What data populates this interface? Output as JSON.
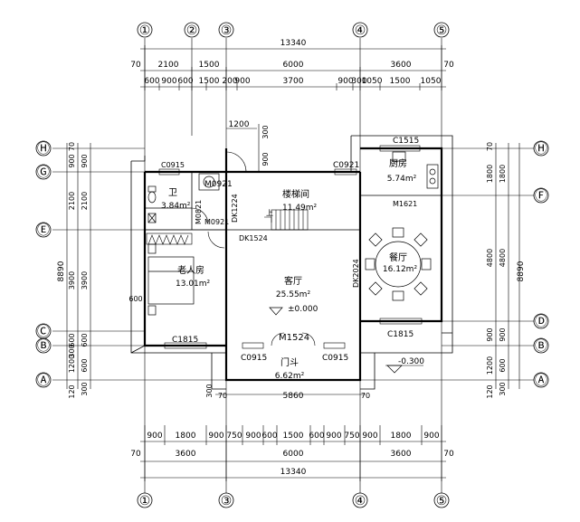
{
  "grid_cols": [
    "①",
    "②",
    "③",
    "④",
    "⑤"
  ],
  "grid_rows_left": [
    "Ⓗ",
    "Ⓖ",
    "Ⓔ",
    "Ⓒ",
    "Ⓑ",
    "Ⓐ"
  ],
  "grid_rows_right": [
    "Ⓗ",
    "Ⓕ",
    "Ⓓ",
    "Ⓑ",
    "Ⓐ"
  ],
  "top_dims": {
    "total": "13340",
    "row2": [
      "70",
      "2100",
      "1500",
      "6000",
      "3600",
      "70"
    ],
    "row3": [
      "600",
      "900",
      "600",
      "1500",
      "200",
      "900",
      "3700",
      "900",
      "300",
      "1050",
      "1500",
      "1050"
    ],
    "extra": [
      "1200",
      "300",
      "900"
    ]
  },
  "bottom_dims": {
    "total": "13340",
    "row1": [
      "900",
      "1800",
      "900",
      "750",
      "900",
      "600",
      "1500",
      "600",
      "900",
      "750",
      "900",
      "1800",
      "900"
    ],
    "row2": [
      "70",
      "3600",
      "6000",
      "3600",
      "70"
    ],
    "mid": [
      "300",
      "70",
      "5860",
      "70"
    ]
  },
  "left_dims": {
    "total": "8890",
    "outer": [
      "70",
      "900",
      "2100",
      "3900",
      "300",
      "600",
      "1200",
      "120"
    ],
    "inner": [
      "900",
      "2100",
      "3900",
      "600",
      "600",
      "300"
    ],
    "note": "600"
  },
  "right_dims": {
    "total": "8890",
    "outer": [
      "70",
      "1800",
      "4800",
      "900",
      "1200",
      "120"
    ],
    "inner": [
      "1800",
      "4800",
      "900",
      "600",
      "300"
    ]
  },
  "rooms": {
    "bath": {
      "name": "卫",
      "area": "3.84m²"
    },
    "elder": {
      "name": "老人房",
      "area": "13.01m²"
    },
    "stair": {
      "name": "楼梯间",
      "area": "11.49m²"
    },
    "living": {
      "name": "客厅",
      "area": "25.55m²",
      "level": "±0.000"
    },
    "kitchen": {
      "name": "厨房",
      "area": "5.74m²"
    },
    "dining": {
      "name": "餐厅",
      "area": "16.12m²"
    },
    "entry": {
      "name": "门斗",
      "area": "6.62m²"
    }
  },
  "labels": {
    "c0915_a": "C0915",
    "c0921": "C0921",
    "c1515": "C1515",
    "m0921_a": "M0921",
    "m0821": "M0821",
    "m0921_b": "M0921",
    "dk1224": "DK1224",
    "dk1524": "DK1524",
    "dk2024": "DK2024",
    "m1621": "M1621",
    "c1815_a": "C1815",
    "c1815_b": "C1815",
    "m1524": "M1524",
    "c0915_b": "C0915",
    "c0915_c": "C0915",
    "stair_up": "上",
    "outdoor_level": "-0.300"
  }
}
